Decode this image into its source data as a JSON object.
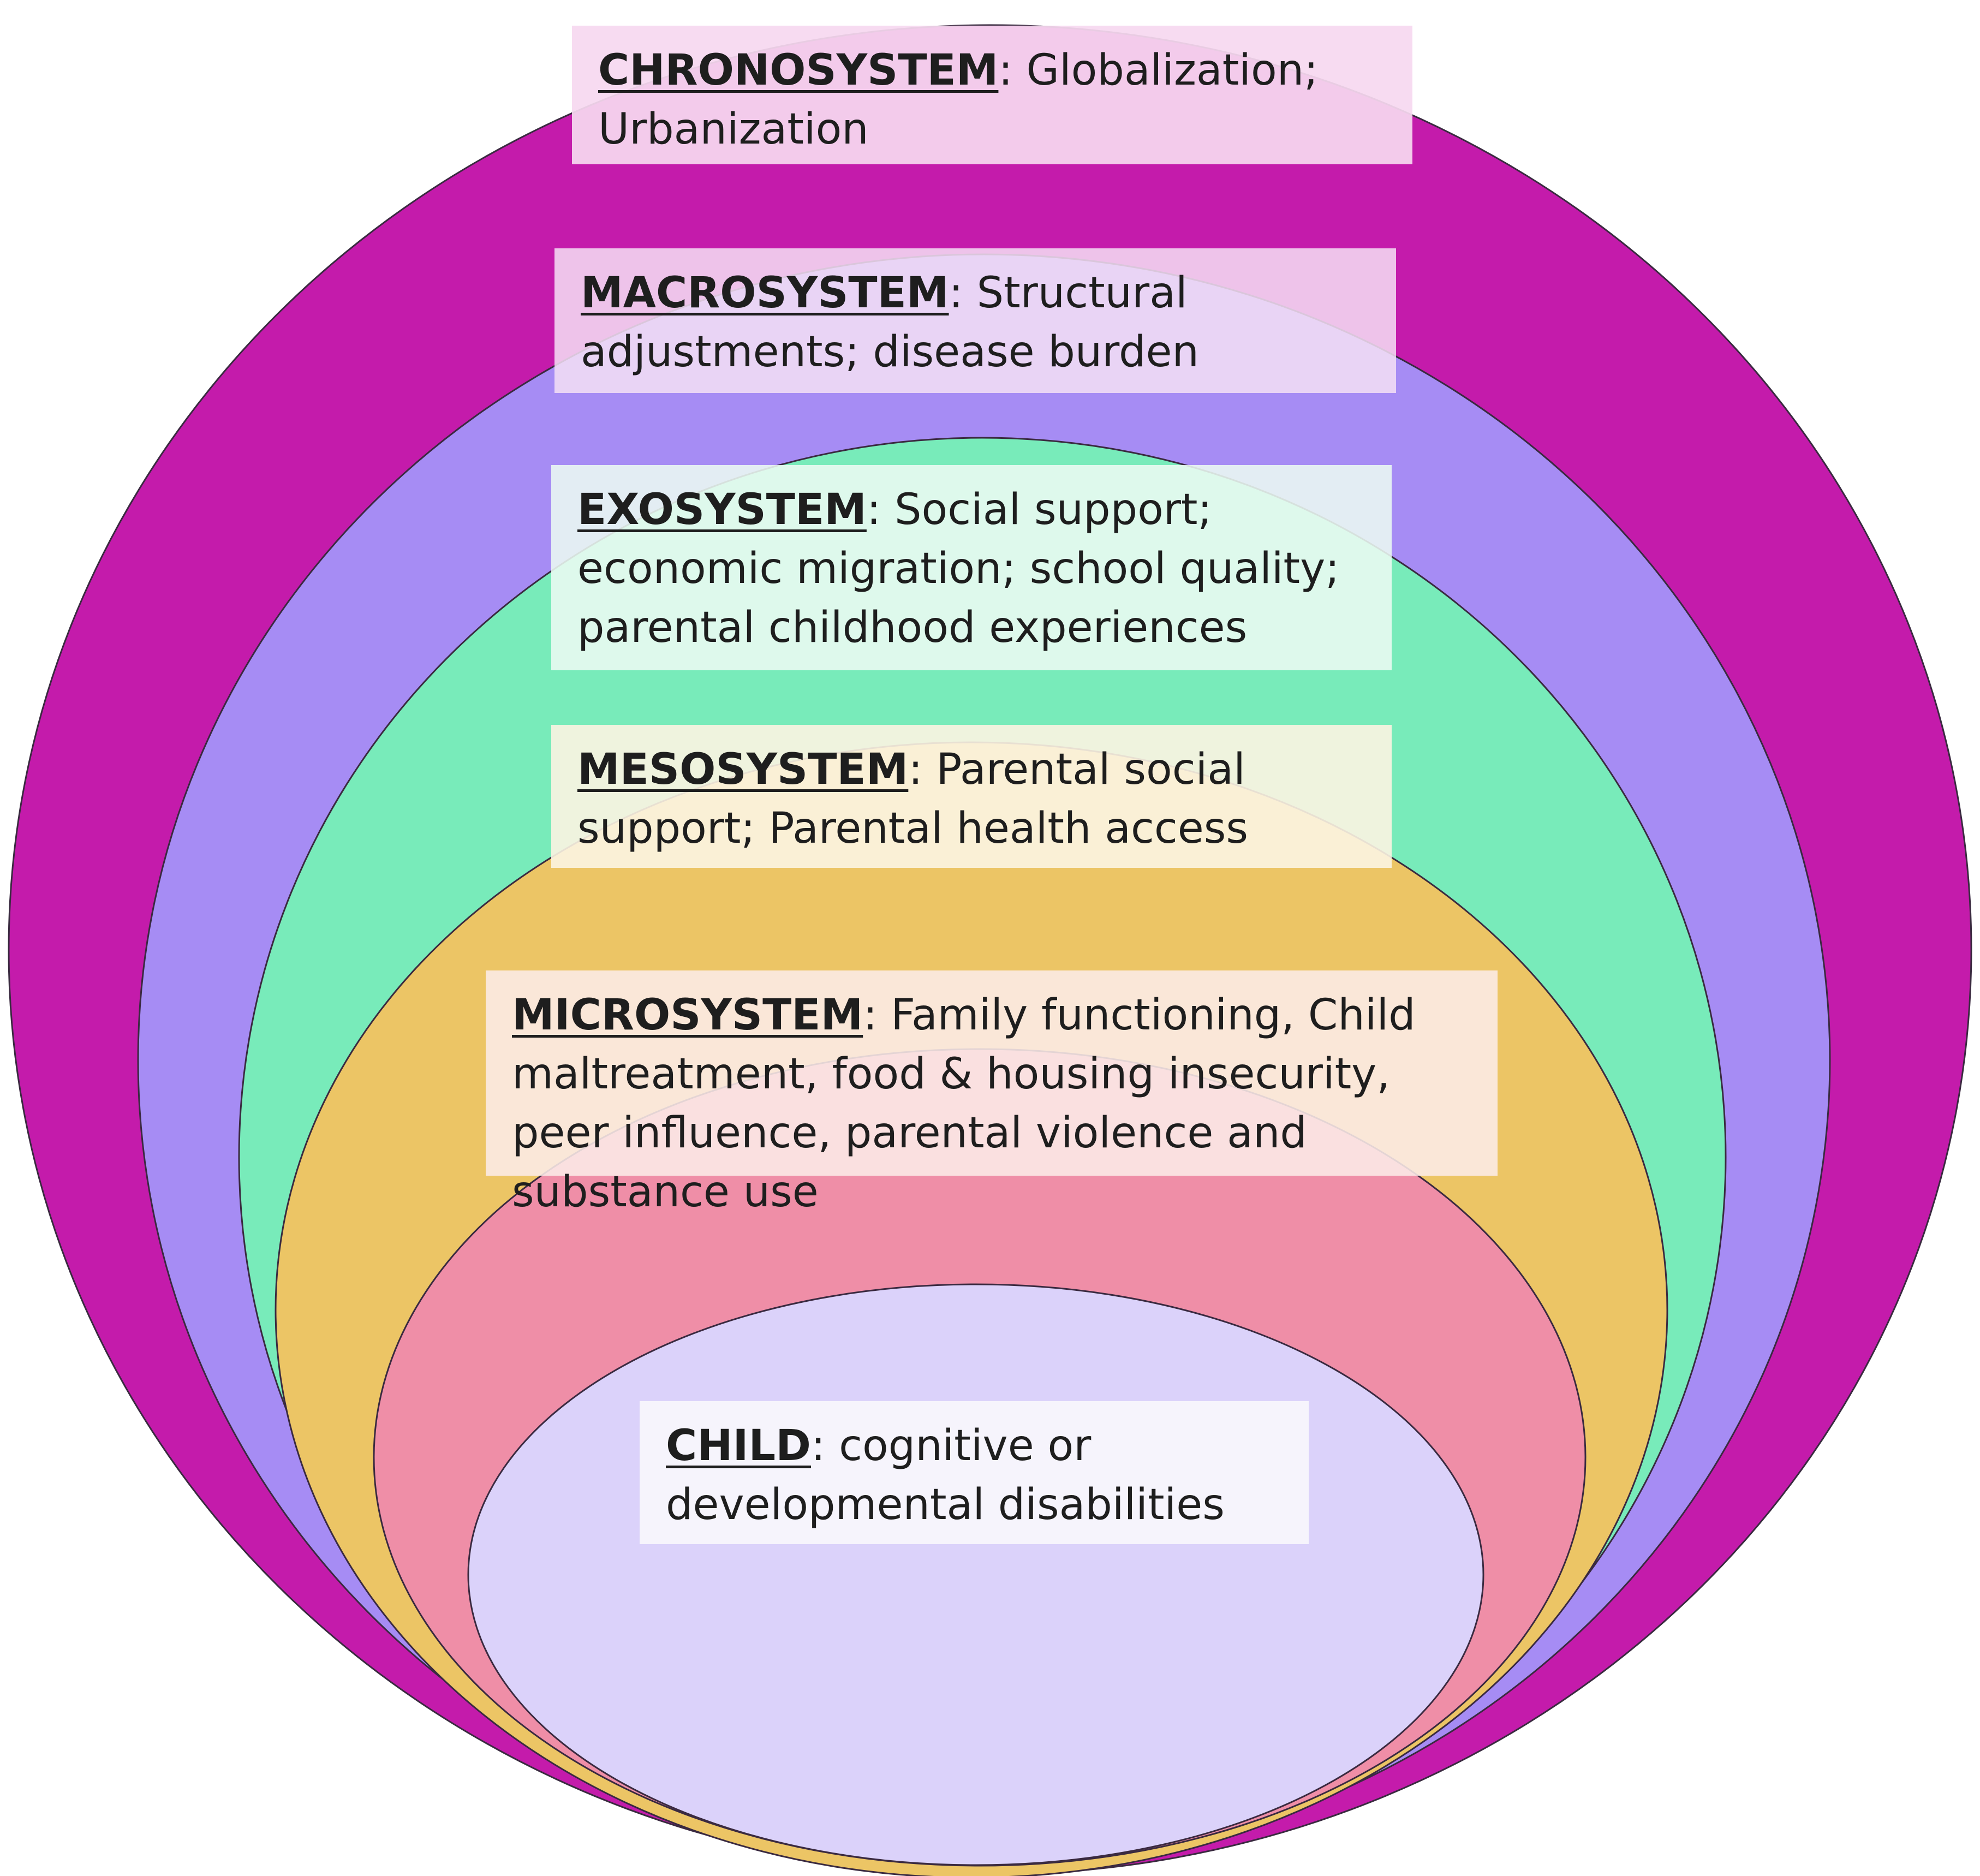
{
  "colors": {
    "chronosystem": "#c41bab",
    "macrosystem": "#a68cf4",
    "exosystem": "#78ebba",
    "mesosystem": "#ecc565",
    "microsystem": "#ef8ea7",
    "child": "#dbd2fa"
  },
  "layers": {
    "chronosystem": {
      "term": "CHRONOSYSTEM",
      "description": ": Globalization; Urbanization"
    },
    "macrosystem": {
      "term": "MACROSYSTEM",
      "description": ": Structural adjustments; disease burden"
    },
    "exosystem": {
      "term": "EXOSYSTEM",
      "description": ": Social support; economic migration; school quality; parental childhood experiences"
    },
    "mesosystem": {
      "term": "MESOSYSTEM",
      "description": ": Parental social support; Parental health access"
    },
    "microsystem": {
      "term": "MICROSYSTEM",
      "description": ": Family functioning, Child maltreatment, food & housing insecurity, peer influence, parental violence and substance use"
    },
    "child": {
      "term": "CHILD",
      "description": ": cognitive or developmental disabilities"
    }
  }
}
